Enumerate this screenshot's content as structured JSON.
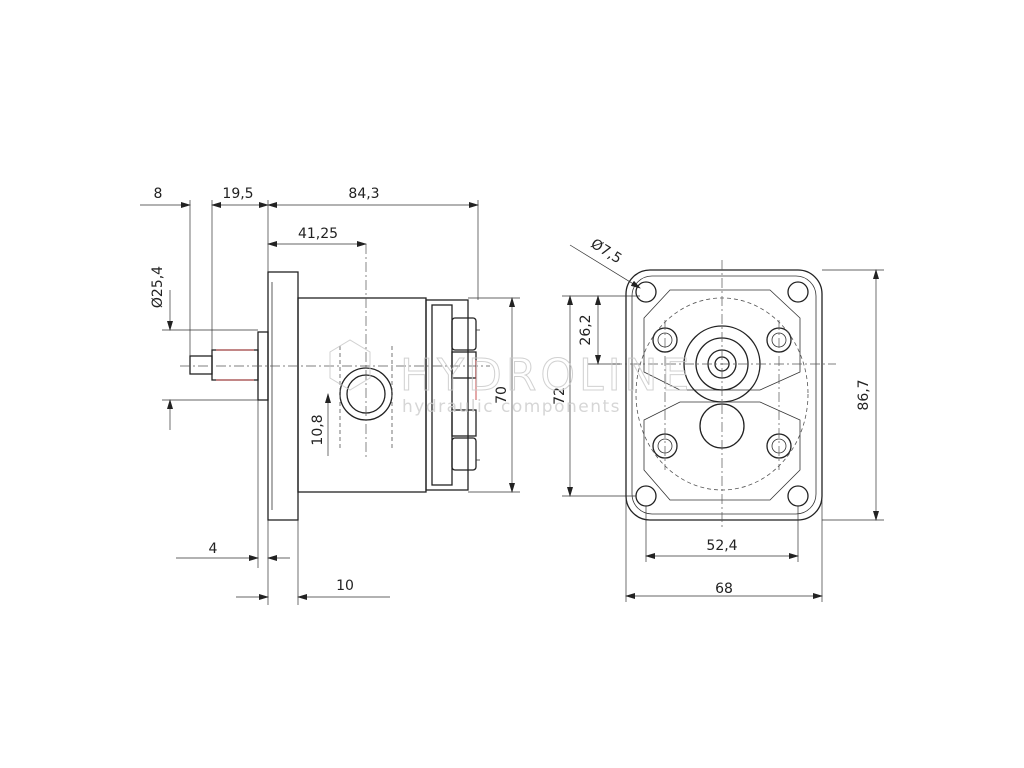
{
  "dimensions": {
    "d8": "8",
    "d19_5": "19,5",
    "d84_3": "84,3",
    "d41_25": "41,25",
    "d25_4": "Ø25,4",
    "d70": "70",
    "d10_8": "10,8",
    "d4": "4",
    "d10": "10",
    "d7_5": "Ø7,5",
    "d26_2": "26,2",
    "d72": "72",
    "d86_7": "86,7",
    "d52_4": "52,4",
    "d68": "68"
  },
  "watermark": {
    "brand": "HYDROLINE",
    "tagline": "hydraulic components"
  }
}
